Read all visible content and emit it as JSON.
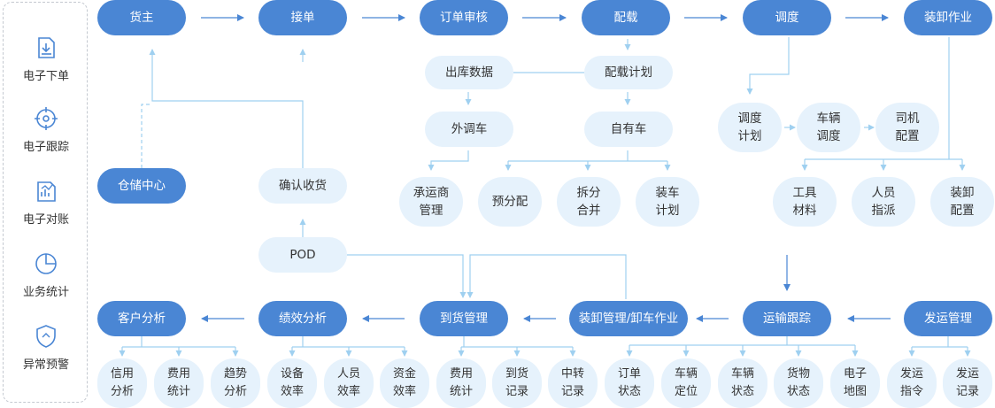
{
  "sidebar": {
    "items": [
      {
        "icon": "order-download-icon",
        "label": "电子下单"
      },
      {
        "icon": "target-crosshair-icon",
        "label": "电子跟踪"
      },
      {
        "icon": "reconcile-chart-icon",
        "label": "电子对账"
      },
      {
        "icon": "pie-chart-icon",
        "label": "业务统计"
      },
      {
        "icon": "shield-alert-icon",
        "label": "异常预警"
      }
    ]
  },
  "flow": {
    "top": [
      "货主",
      "接单",
      "订单审核",
      "配载",
      "调度",
      "装卸作业"
    ],
    "warehouse": "仓储中心",
    "confirm": "确认收货",
    "pod": "POD"
  },
  "stowage": {
    "outbound": "出库数据",
    "plan": "配载计划",
    "external": "外调车",
    "own": "自有车",
    "subs": [
      "承运商\n管理",
      "预分配",
      "拆分\n合并",
      "装车\n计划"
    ]
  },
  "dispatch": {
    "steps": [
      "调度\n计划",
      "车辆\n调度",
      "司机\n配置"
    ]
  },
  "loading": {
    "subs": [
      "工具\n材料",
      "人员\n指派",
      "装卸\n配置"
    ]
  },
  "bottom": {
    "main": [
      "客户分析",
      "绩效分析",
      "到货管理",
      "装卸管理/卸车作业",
      "运输跟踪",
      "发运管理"
    ],
    "leaves": [
      "信用\n分析",
      "费用\n统计",
      "趋势\n分析",
      "设备\n效率",
      "人员\n效率",
      "资金\n效率",
      "费用\n统计",
      "到货\n记录",
      "中转\n记录",
      "订单\n状态",
      "车辆\n定位",
      "车辆\n状态",
      "货物\n状态",
      "电子\n地图",
      "发运\n指令",
      "发运\n记录"
    ]
  },
  "colors": {
    "primary": "#4a86d4",
    "light": "#e6f2fc",
    "line": "#9fd0f0",
    "arrow": "#4a86d4"
  }
}
